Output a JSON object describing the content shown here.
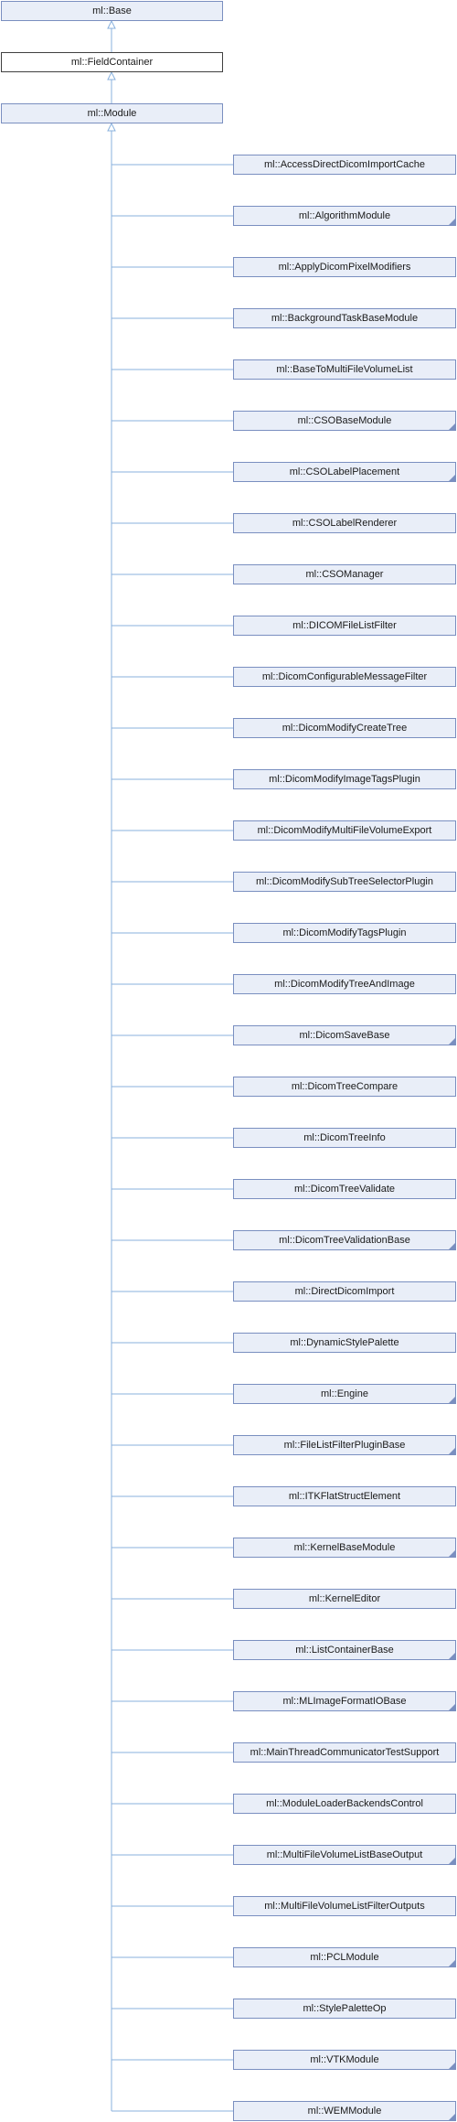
{
  "diagram": {
    "type": "class-inheritance",
    "colors": {
      "edge": "#89b1de",
      "node_fill": "#e9eef8",
      "node_border": "#7a8fc0",
      "current_fill": "#ffffff",
      "current_border": "#404040"
    },
    "base_chain": [
      {
        "label": "ml::Base",
        "current": false
      },
      {
        "label": "ml::FieldContainer",
        "current": true
      },
      {
        "label": "ml::Module",
        "current": false
      }
    ],
    "children": [
      {
        "label": "ml::AccessDirectDicomImportCache",
        "has_children": false
      },
      {
        "label": "ml::AlgorithmModule",
        "has_children": true
      },
      {
        "label": "ml::ApplyDicomPixelModifiers",
        "has_children": false
      },
      {
        "label": "ml::BackgroundTaskBaseModule",
        "has_children": false
      },
      {
        "label": "ml::BaseToMultiFileVolumeList",
        "has_children": false
      },
      {
        "label": "ml::CSOBaseModule",
        "has_children": true
      },
      {
        "label": "ml::CSOLabelPlacement",
        "has_children": true
      },
      {
        "label": "ml::CSOLabelRenderer",
        "has_children": false
      },
      {
        "label": "ml::CSOManager",
        "has_children": false
      },
      {
        "label": "ml::DICOMFileListFilter",
        "has_children": false
      },
      {
        "label": "ml::DicomConfigurableMessageFilter",
        "has_children": false
      },
      {
        "label": "ml::DicomModifyCreateTree",
        "has_children": false
      },
      {
        "label": "ml::DicomModifyImageTagsPlugin",
        "has_children": false
      },
      {
        "label": "ml::DicomModifyMultiFileVolumeExport",
        "has_children": false
      },
      {
        "label": "ml::DicomModifySubTreeSelectorPlugin",
        "has_children": false
      },
      {
        "label": "ml::DicomModifyTagsPlugin",
        "has_children": false
      },
      {
        "label": "ml::DicomModifyTreeAndImage",
        "has_children": false
      },
      {
        "label": "ml::DicomSaveBase",
        "has_children": true
      },
      {
        "label": "ml::DicomTreeCompare",
        "has_children": false
      },
      {
        "label": "ml::DicomTreeInfo",
        "has_children": false
      },
      {
        "label": "ml::DicomTreeValidate",
        "has_children": false
      },
      {
        "label": "ml::DicomTreeValidationBase",
        "has_children": true
      },
      {
        "label": "ml::DirectDicomImport",
        "has_children": false
      },
      {
        "label": "ml::DynamicStylePalette",
        "has_children": false
      },
      {
        "label": "ml::Engine",
        "has_children": true
      },
      {
        "label": "ml::FileListFilterPluginBase",
        "has_children": true
      },
      {
        "label": "ml::ITKFlatStructElement",
        "has_children": false
      },
      {
        "label": "ml::KernelBaseModule",
        "has_children": true
      },
      {
        "label": "ml::KernelEditor",
        "has_children": false
      },
      {
        "label": "ml::ListContainerBase",
        "has_children": true
      },
      {
        "label": "ml::MLImageFormatIOBase",
        "has_children": true
      },
      {
        "label": "ml::MainThreadCommunicatorTestSupport",
        "has_children": false
      },
      {
        "label": "ml::ModuleLoaderBackendsControl",
        "has_children": false
      },
      {
        "label": "ml::MultiFileVolumeListBaseOutput",
        "has_children": true
      },
      {
        "label": "ml::MultiFileVolumeListFilterOutputs",
        "has_children": false
      },
      {
        "label": "ml::PCLModule",
        "has_children": true
      },
      {
        "label": "ml::StylePaletteOp",
        "has_children": false
      },
      {
        "label": "ml::VTKModule",
        "has_children": true
      },
      {
        "label": "ml::WEMModule",
        "has_children": true
      }
    ]
  }
}
